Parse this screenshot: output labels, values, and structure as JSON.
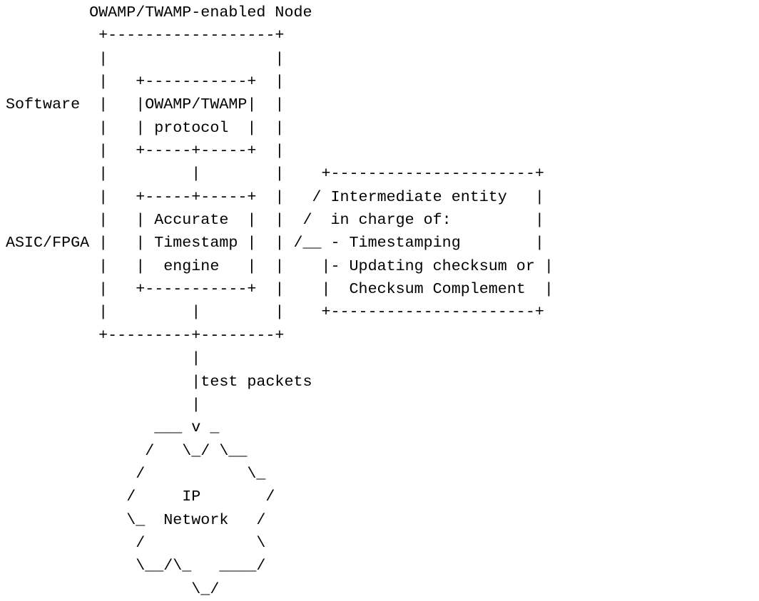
{
  "diagram": {
    "lines": [
      "         OWAMP/TWAMP-enabled Node",
      "          +------------------+",
      "          |                  |",
      "          |   +-----------+  |",
      "Software  |   |OWAMP/TWAMP|  |",
      "          |   | protocol  |  |",
      "          |   +-----+-----+  |",
      "          |         |        |    +----------------------+",
      "          |   +-----+-----+  |   / Intermediate entity   |",
      "          |   | Accurate  |  |  /  in charge of:         |",
      "ASIC/FPGA |   | Timestamp |  | /__ - Timestamping        |",
      "          |   |  engine   |  |    |- Updating checksum or |",
      "          |   +-----------+  |    |  Checksum Complement  |",
      "          |         |        |    +----------------------+",
      "          +---------+--------+",
      "                    |",
      "                    |test packets",
      "                    |",
      "                ___ v _",
      "               /   \\_/ \\__",
      "              /           \\_",
      "             /     IP       /",
      "             \\_  Network   /",
      "              /            \\",
      "              \\__/\\_   ____/",
      "                    \\_/"
    ]
  }
}
